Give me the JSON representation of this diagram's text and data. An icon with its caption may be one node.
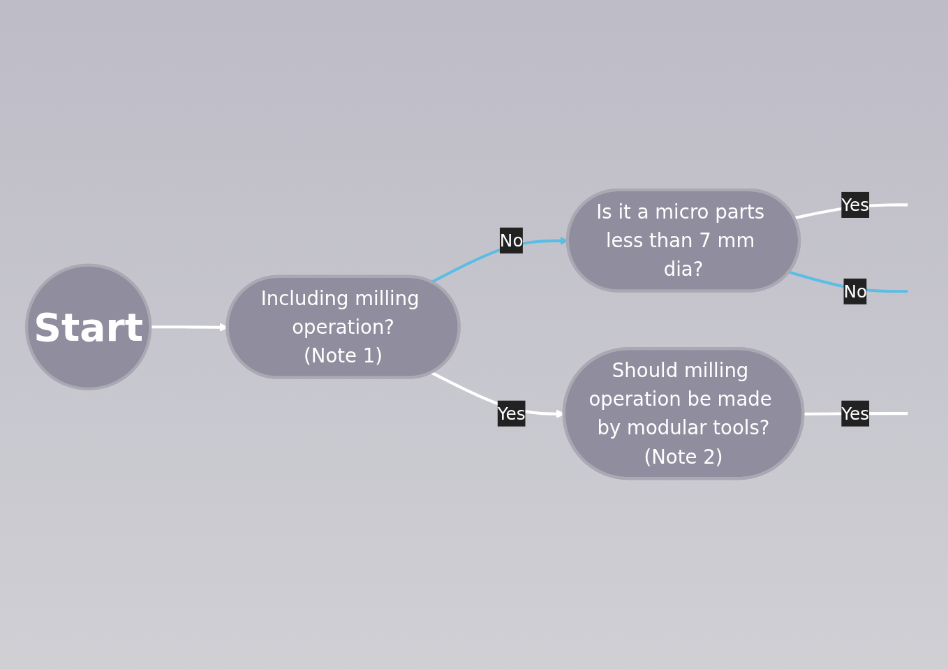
{
  "diagram": {
    "nodes": [
      {
        "text": [
          "Start"
        ]
      },
      {
        "text": [
          "Including milling operation?",
          "(Note 1)"
        ]
      },
      {
        "text": [
          "Is it a micro parts less than 7 mm dia?"
        ]
      },
      {
        "text": [
          "Should milling operation be made by modular tools?",
          "(Note 2)"
        ]
      }
    ],
    "edges": [
      {
        "from": 0,
        "to": 1,
        "arrow": "to"
      },
      {
        "from": 1,
        "to": 2,
        "arrow": "to",
        "label": "No",
        "color": "#5bbde4"
      },
      {
        "from": 1,
        "to": 3,
        "arrow": "to",
        "label": "Yes"
      },
      {
        "from": 2,
        "to": null,
        "arrow": "none",
        "label": "Yes"
      },
      {
        "from": 2,
        "to": null,
        "arrow": "none",
        "label": "No",
        "color": "#5bbde4"
      },
      {
        "from": 3,
        "to": null,
        "arrow": "none",
        "label": "Yes"
      }
    ]
  }
}
